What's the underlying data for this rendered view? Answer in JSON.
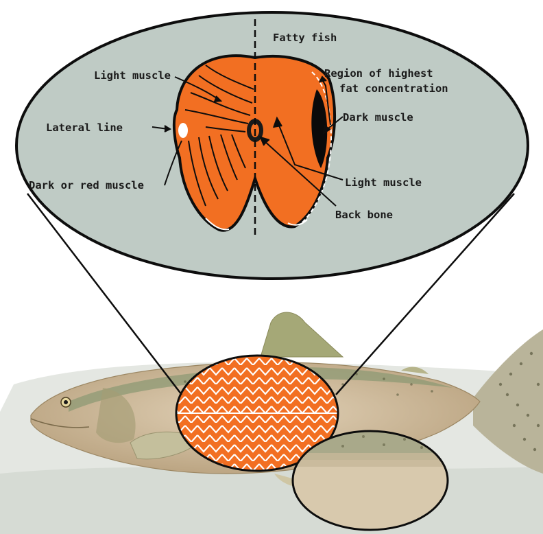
{
  "labels": {
    "fatty_fish": "Fatty fish",
    "light_muscle_top": "Light muscle",
    "region_line1": "Region of highest",
    "region_line2": "fat concentration",
    "lateral_line": "Lateral line",
    "dark_muscle": "Dark muscle",
    "dark_red_muscle": "Dark or red muscle",
    "light_muscle_bottom": "Light muscle",
    "back_bone": "Back bone"
  },
  "colors": {
    "ellipse_fill": "#bfcbc5",
    "salmon_flesh": "#f26f22",
    "outline": "#0d0d0d",
    "dark_muscle": "#0a0a0a",
    "fish_body": "#c9b698",
    "fish_back": "#8e9a74",
    "water": "#cfd4cf"
  }
}
